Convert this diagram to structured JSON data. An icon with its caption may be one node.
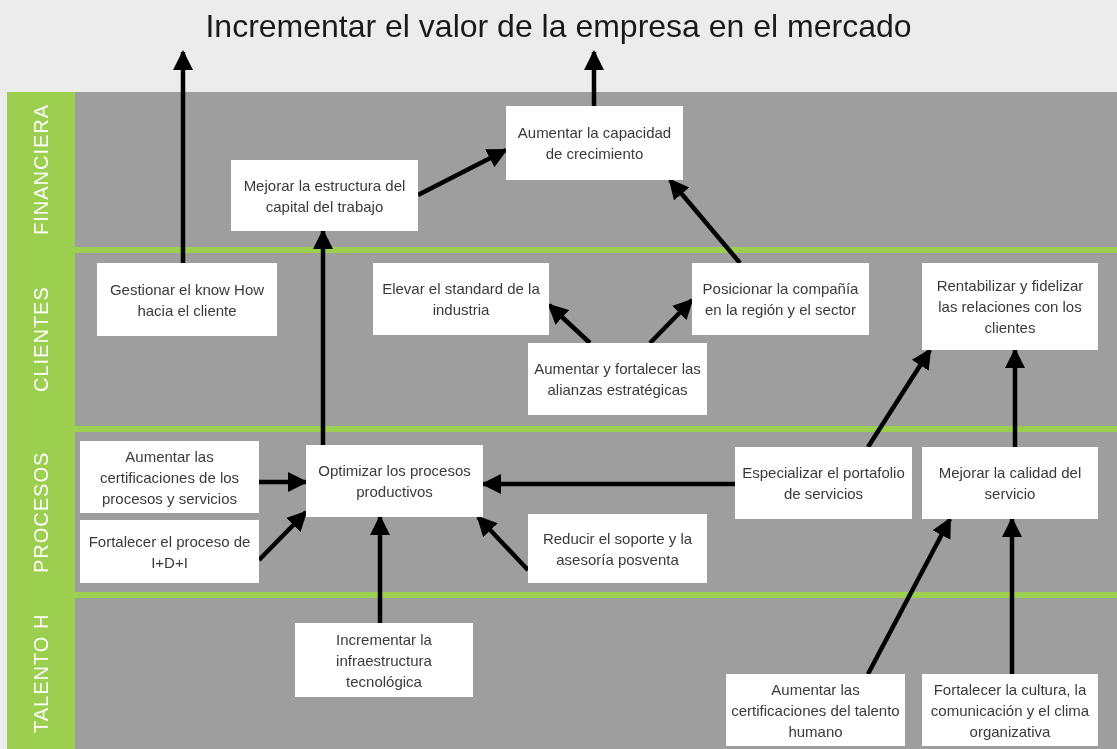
{
  "diagram": {
    "nodes": [
      {
        "text": [
          "Incrementar el valor de la empresa en el mercado"
        ]
      },
      {
        "text": [
          "FINANCIERA"
        ]
      },
      {
        "text": [
          "Aumentar la capacidad de crecimiento"
        ],
        "in": 1
      },
      {
        "text": [
          "Mejorar la estructura del capital del trabajo"
        ],
        "in": 1
      },
      {
        "text": [
          "CLIENTES"
        ]
      },
      {
        "text": [
          "Gestionar el know How hacia el cliente"
        ],
        "in": 4
      },
      {
        "text": [
          "Elevar el standard de la industria"
        ],
        "in": 4
      },
      {
        "text": [
          "Posicionar la compañía en la región y el sector"
        ],
        "in": 4
      },
      {
        "text": [
          "Rentabilizar y fidelizar las relaciones con los clientes"
        ],
        "in": 4
      },
      {
        "text": [
          "Aumentar y fortalecer las alianzas estratégicas"
        ],
        "in": 4
      },
      {
        "text": [
          "PROCESOS"
        ]
      },
      {
        "text": [
          "Aumentar las certificaciones de los procesos y servicios"
        ],
        "in": 10
      },
      {
        "text": [
          "Optimizar los procesos productivos"
        ],
        "in": 10
      },
      {
        "text": [
          "Especializar el portafolio de servicios"
        ],
        "in": 10
      },
      {
        "text": [
          "Mejorar la calidad del servicio"
        ],
        "in": 10
      },
      {
        "text": [
          "Fortalecer el proceso de I+D+I"
        ],
        "in": 10
      },
      {
        "text": [
          "Reducir el soporte y la asesoría posventa"
        ],
        "in": 10
      },
      {
        "text": [
          "TALENTO H"
        ]
      },
      {
        "text": [
          "Incrementar la infraestructura tecnológica"
        ],
        "in": 17
      },
      {
        "text": [
          "Aumentar las certificaciones del talento humano"
        ],
        "in": 17
      },
      {
        "text": [
          "Fortalecer la cultura, la comunicación y el clima organizativa"
        ],
        "in": 17
      }
    ],
    "edges": [
      {
        "from": 5,
        "to": 0,
        "arrow": "to"
      },
      {
        "from": 2,
        "to": 0,
        "arrow": "to"
      },
      {
        "from": 3,
        "to": 2,
        "arrow": "to"
      },
      {
        "from": 7,
        "to": 2,
        "arrow": "to"
      },
      {
        "from": 12,
        "to": 3,
        "arrow": "to"
      },
      {
        "from": 9,
        "to": 6,
        "arrow": "to"
      },
      {
        "from": 9,
        "to": 7,
        "arrow": "to"
      },
      {
        "from": 13,
        "to": 8,
        "arrow": "to"
      },
      {
        "from": 14,
        "to": 8,
        "arrow": "to"
      },
      {
        "from": 11,
        "to": 12,
        "arrow": "to"
      },
      {
        "from": 15,
        "to": 12,
        "arrow": "to"
      },
      {
        "from": 13,
        "to": 12,
        "arrow": "to"
      },
      {
        "from": 16,
        "to": 12,
        "arrow": "to"
      },
      {
        "from": 18,
        "to": 12,
        "arrow": "to"
      },
      {
        "from": 19,
        "to": 14,
        "arrow": "to"
      },
      {
        "from": 20,
        "to": 14,
        "arrow": "to"
      }
    ]
  }
}
